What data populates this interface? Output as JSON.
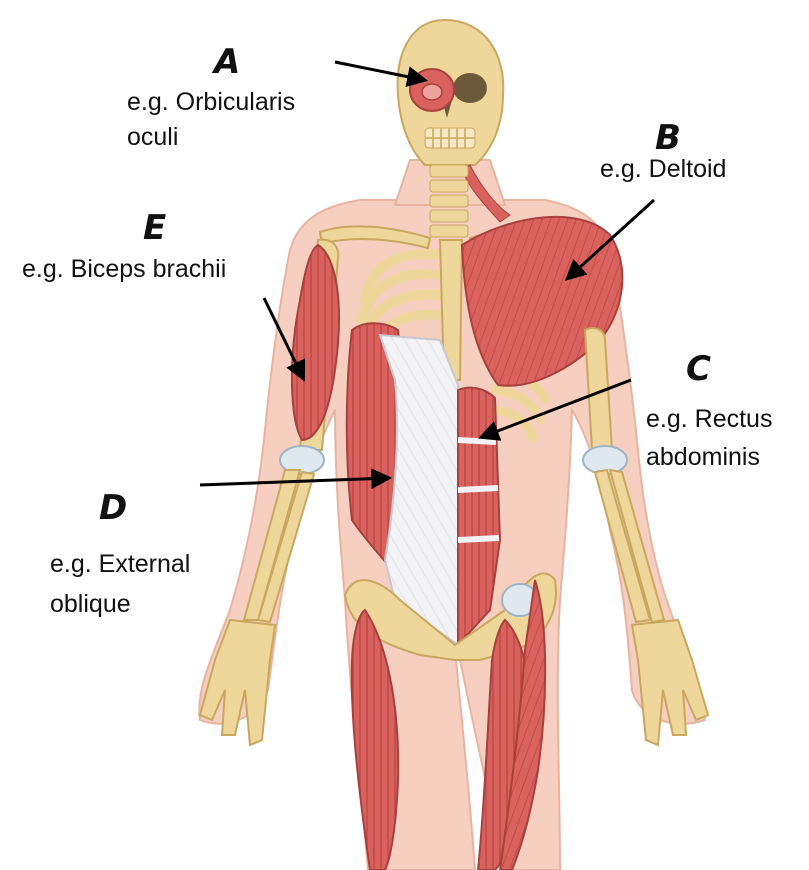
{
  "labels": {
    "a": {
      "letter": "A",
      "example_line1": "e.g. Orbicularis",
      "example_line2": "oculi"
    },
    "b": {
      "letter": "B",
      "example": "e.g. Deltoid"
    },
    "c": {
      "letter": "C",
      "example_line1": "e.g. Rectus",
      "example_line2": "abdominis"
    },
    "d": {
      "letter": "D",
      "example_line1": "e.g. External",
      "example_line2": "oblique"
    },
    "e": {
      "letter": "E",
      "example": "e.g. Biceps brachii"
    }
  },
  "colors": {
    "skin": "#f6cfc0",
    "bone": "#efd79c",
    "bone_shade": "#d9b46b",
    "muscle": "#d9625e",
    "muscle_dark": "#b8413f",
    "fascia": "#f2f2f4",
    "cartilage": "#bcd6e8",
    "arrow": "#000000"
  }
}
